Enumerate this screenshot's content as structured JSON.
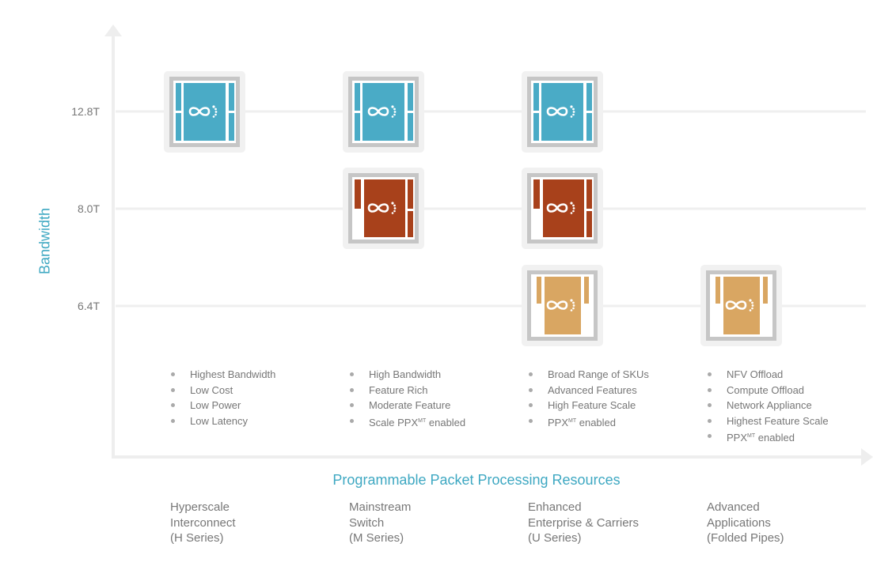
{
  "axes": {
    "y_title": "Bandwidth",
    "x_title": "Programmable Packet Processing Resources",
    "y_ticks": [
      "12.8T",
      "8.0T",
      "6.4T"
    ]
  },
  "colors": {
    "blue": "#4aabc6",
    "red": "#a8411b",
    "tan": "#d9a662",
    "accent": "#3ea8c2"
  },
  "chip_icon": "infinity-footprint-logo-icon",
  "columns": [
    {
      "label_lines": [
        "Hyperscale",
        "Interconnect",
        "(H Series)"
      ],
      "chips": [
        {
          "bandwidth": "12.8T",
          "type": "blue"
        }
      ],
      "bullets": [
        {
          "text": "Highest Bandwidth"
        },
        {
          "text": "Low Cost"
        },
        {
          "text": "Low Power"
        },
        {
          "text": "Low Latency"
        }
      ]
    },
    {
      "label_lines": [
        "Mainstream",
        "Switch",
        "(M Series)"
      ],
      "chips": [
        {
          "bandwidth": "12.8T",
          "type": "blue"
        },
        {
          "bandwidth": "8.0T",
          "type": "red"
        }
      ],
      "bullets": [
        {
          "text": "High Bandwidth"
        },
        {
          "text": "Feature Rich"
        },
        {
          "text": "Moderate Feature"
        },
        {
          "text": "Scale PPX",
          "sup": "MT",
          "after": " enabled"
        }
      ]
    },
    {
      "label_lines": [
        "Enhanced",
        "Enterprise & Carriers",
        "(U Series)"
      ],
      "chips": [
        {
          "bandwidth": "12.8T",
          "type": "blue"
        },
        {
          "bandwidth": "8.0T",
          "type": "red"
        },
        {
          "bandwidth": "6.4T",
          "type": "tan"
        }
      ],
      "bullets": [
        {
          "text": "Broad Range of SKUs"
        },
        {
          "text": "Advanced Features"
        },
        {
          "text": "High Feature Scale"
        },
        {
          "text": "PPX",
          "sup": "MT",
          "after": " enabled"
        }
      ]
    },
    {
      "label_lines": [
        "Advanced",
        "Applications",
        "(Folded Pipes)"
      ],
      "chips": [
        {
          "bandwidth": "6.4T",
          "type": "tan"
        }
      ],
      "bullets": [
        {
          "text": "NFV Offload"
        },
        {
          "text": "Compute Offload"
        },
        {
          "text": "Network Appliance"
        },
        {
          "text": "Highest Feature Scale"
        },
        {
          "text": "PPX",
          "sup": "MT",
          "after": " enabled"
        }
      ]
    }
  ]
}
